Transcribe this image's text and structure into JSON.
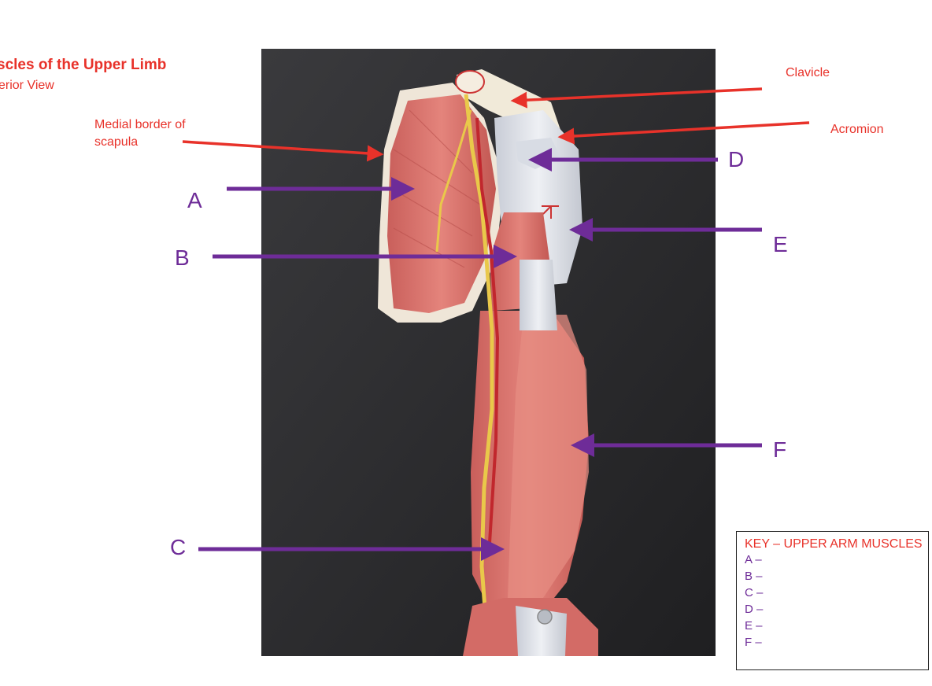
{
  "header": {
    "title": "scles of the Upper Limb",
    "subtitle": "erior View"
  },
  "labels": {
    "medial_border": [
      "Medial border of",
      "scapula"
    ],
    "clavicle": "Clavicle",
    "acromion": "Acromion"
  },
  "markers": {
    "A": "A",
    "B": "B",
    "C": "C",
    "D": "D",
    "E": "E",
    "F": "F"
  },
  "key": {
    "title": "KEY – UPPER ARM MUSCLES",
    "rows": [
      "A –",
      "B –",
      "C –",
      "D –",
      "E –",
      "F –"
    ]
  },
  "colors": {
    "label_red": "#e8322a",
    "arrow_purple": "#6e2c98",
    "background_dark": "#2b2b2d",
    "muscle": "#d9726d",
    "tendon": "#dfe3ea",
    "nerve": "#e9c84a"
  }
}
